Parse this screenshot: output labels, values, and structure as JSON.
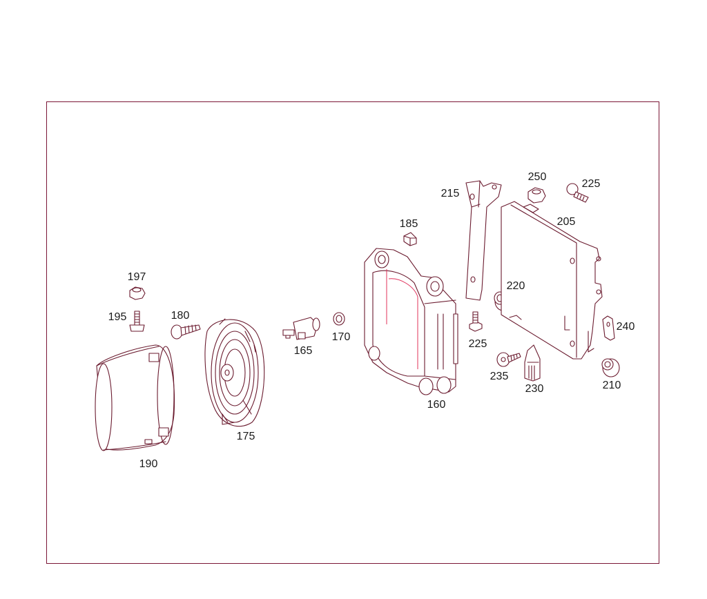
{
  "diagram": {
    "frame_color": "#7a1535",
    "line_color": "#6a1a2e",
    "accent_color": "#e0305a",
    "callouts": {
      "p197": "197",
      "p195": "195",
      "p180": "180",
      "p190": "190",
      "p175": "175",
      "p165": "165",
      "p170": "170",
      "p185": "185",
      "p160": "160",
      "p215": "215",
      "p225a": "225",
      "p225b": "225",
      "p220": "220",
      "p250": "250",
      "p205": "205",
      "p235": "235",
      "p230": "230",
      "p240": "240",
      "p210": "210"
    }
  }
}
